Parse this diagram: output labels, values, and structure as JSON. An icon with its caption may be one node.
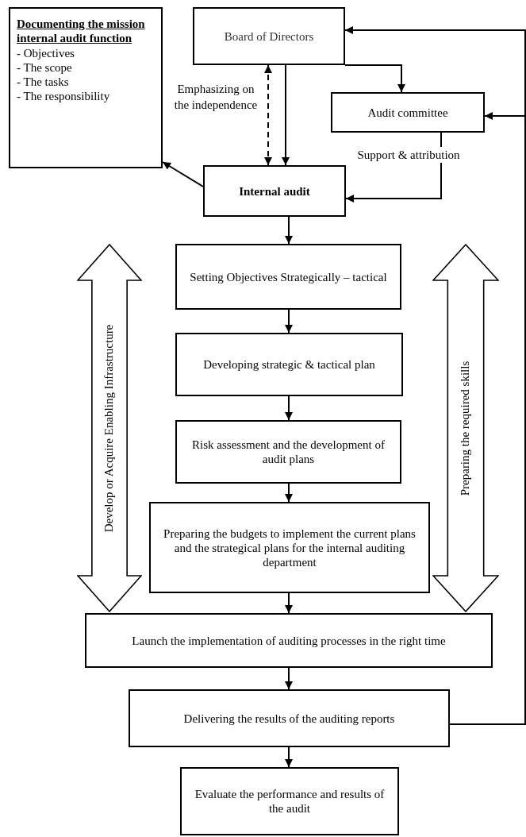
{
  "diagram": {
    "nodes": [
      {
        "text": [
          "Documenting the mission internal audit function",
          "- Objectives",
          "- The scope",
          "- The tasks",
          "- The responsibility"
        ]
      },
      {
        "text": [
          "Board of Directors"
        ]
      },
      {
        "text": [
          "Audit committee"
        ]
      },
      {
        "text": [
          "Internal audit"
        ]
      },
      {
        "text": [
          "Setting Objectives Strategically – tactical"
        ]
      },
      {
        "text": [
          "Developing strategic & tactical plan"
        ]
      },
      {
        "text": [
          "Risk assessment and the development of audit plans"
        ]
      },
      {
        "text": [
          "Preparing the budgets to implement the current plans and the strategical plans for the internal auditing department"
        ]
      },
      {
        "text": [
          "Launch the implementation of auditing processes in the right time"
        ]
      },
      {
        "text": [
          "Delivering the results of the auditing reports"
        ]
      },
      {
        "text": [
          "Evaluate the performance and results of the audit"
        ]
      },
      {
        "text": [
          "Develop or Acquire Enabling Infrastructure"
        ]
      },
      {
        "text": [
          "Preparing the required skills"
        ]
      }
    ],
    "edges": [
      {
        "from": 1,
        "to": 3,
        "arrow": "to"
      },
      {
        "from": 1,
        "to": 3,
        "arrow": "both",
        "style": "dashed",
        "label": "Emphasizing on the independence"
      },
      {
        "from": 1,
        "to": 2,
        "arrow": "to"
      },
      {
        "from": 2,
        "to": 3,
        "arrow": "to",
        "label": "Support & attribution"
      },
      {
        "from": 3,
        "to": 0,
        "arrow": "to"
      },
      {
        "from": 3,
        "to": 4,
        "arrow": "to"
      },
      {
        "from": 4,
        "to": 5,
        "arrow": "to"
      },
      {
        "from": 5,
        "to": 6,
        "arrow": "to"
      },
      {
        "from": 6,
        "to": 7,
        "arrow": "to"
      },
      {
        "from": 7,
        "to": 8,
        "arrow": "to"
      },
      {
        "from": 8,
        "to": 9,
        "arrow": "to"
      },
      {
        "from": 9,
        "to": 10,
        "arrow": "to"
      },
      {
        "from": 9,
        "to": 1,
        "arrow": "to"
      },
      {
        "from": 9,
        "to": 2,
        "arrow": "to"
      }
    ]
  }
}
